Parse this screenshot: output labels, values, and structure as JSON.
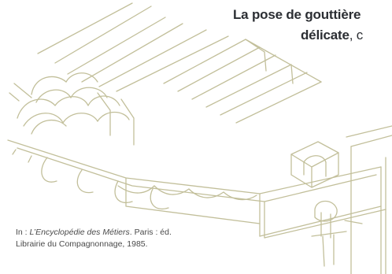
{
  "heading": {
    "line1": "La pose de gouttière",
    "line2_bold": "délicate",
    "line2_rest": ", c"
  },
  "caption": {
    "prefix": "In : ",
    "source_title": "L’Encyclopédie des Métiers",
    "publication": ". Paris : éd.",
    "publisher": "Librairie du Compagnonnage, 1985."
  },
  "colors": {
    "heading_text": "#2b2e33",
    "caption_text": "#4a4a4a",
    "drawing_stroke": "#c2bf9a"
  }
}
